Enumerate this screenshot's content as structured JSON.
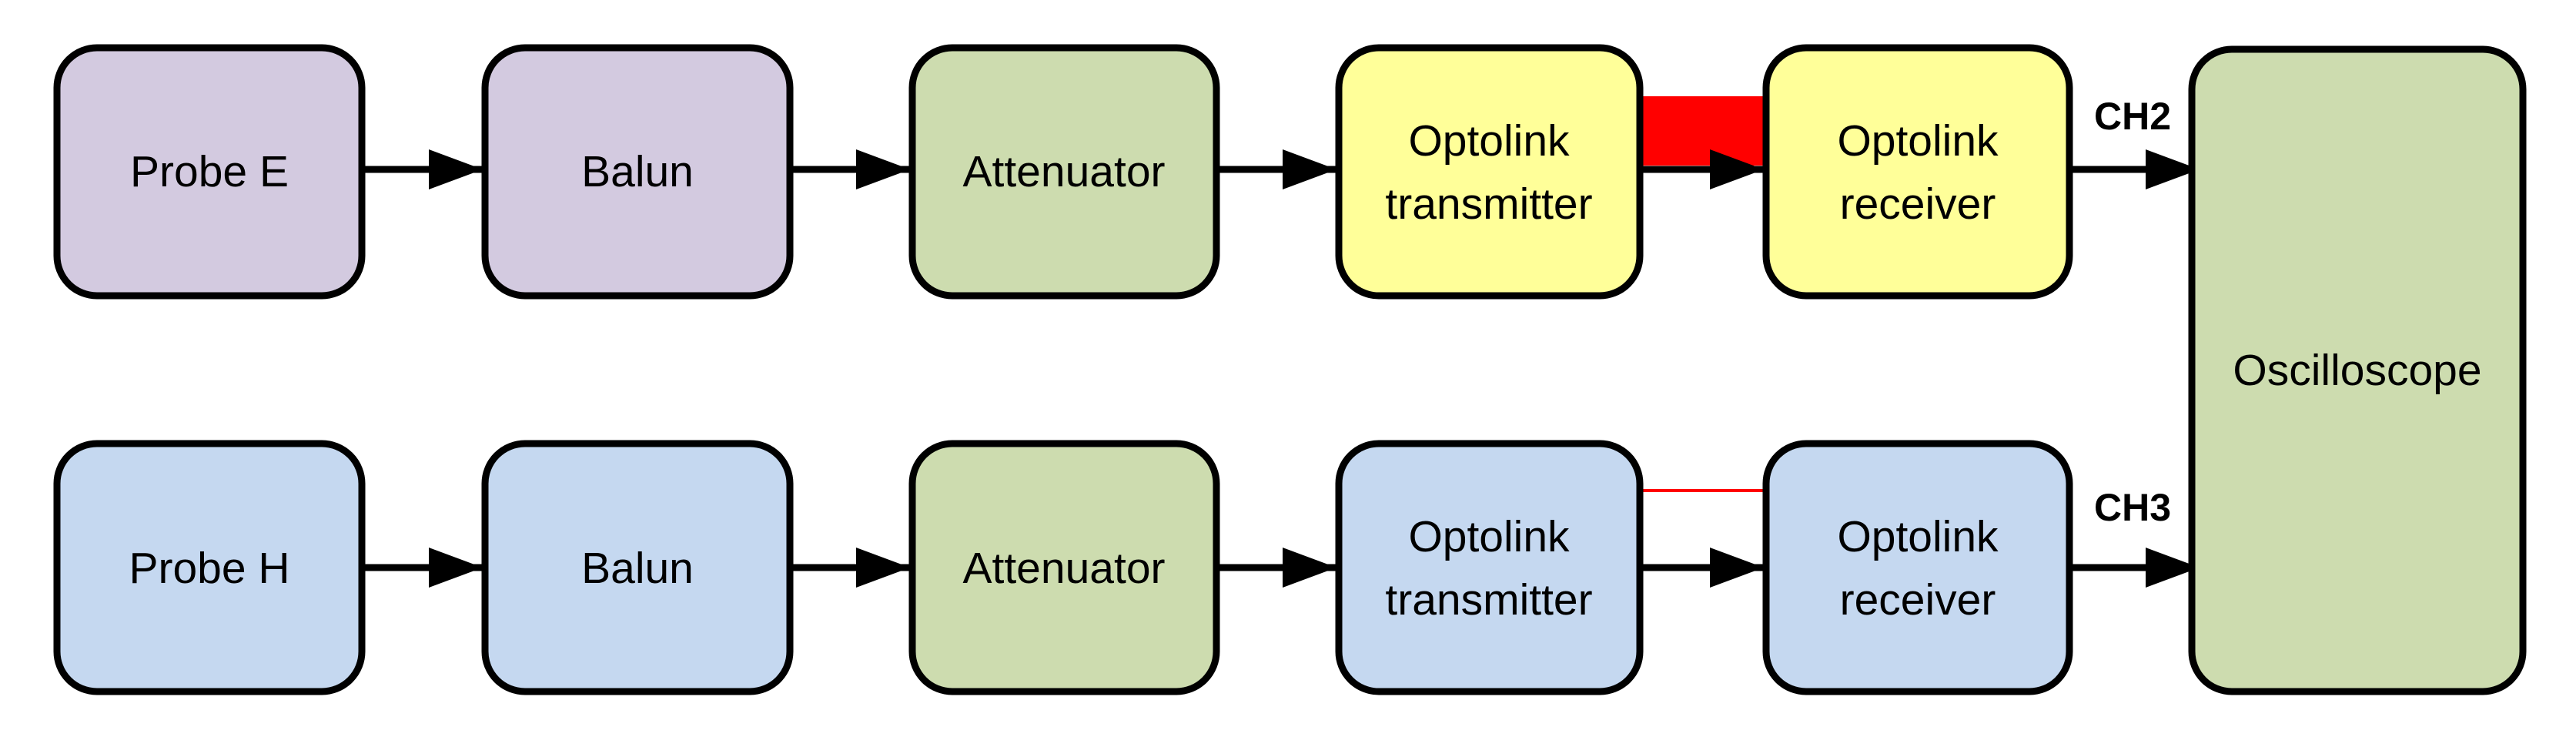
{
  "colors": {
    "probe_e": "#d3cae0",
    "blue": "#c5d8f0",
    "green": "#cddcaf",
    "yellow": "#ffff99",
    "optical": "#ff0000",
    "outline": "#000000"
  },
  "row_e": {
    "probe": "Probe E",
    "balun": "Balun",
    "attenuator": "Attenuator",
    "tx_line1": "Optolink",
    "tx_line2": "transmitter",
    "rx_line1": "Optolink",
    "rx_line2": "receiver",
    "channel": "CH2"
  },
  "row_h": {
    "probe": "Probe H",
    "balun": "Balun",
    "attenuator": "Attenuator",
    "tx_line1": "Optolink",
    "tx_line2": "transmitter",
    "rx_line1": "Optolink",
    "rx_line2": "receiver",
    "channel": "CH3"
  },
  "oscilloscope": "Oscilloscope"
}
